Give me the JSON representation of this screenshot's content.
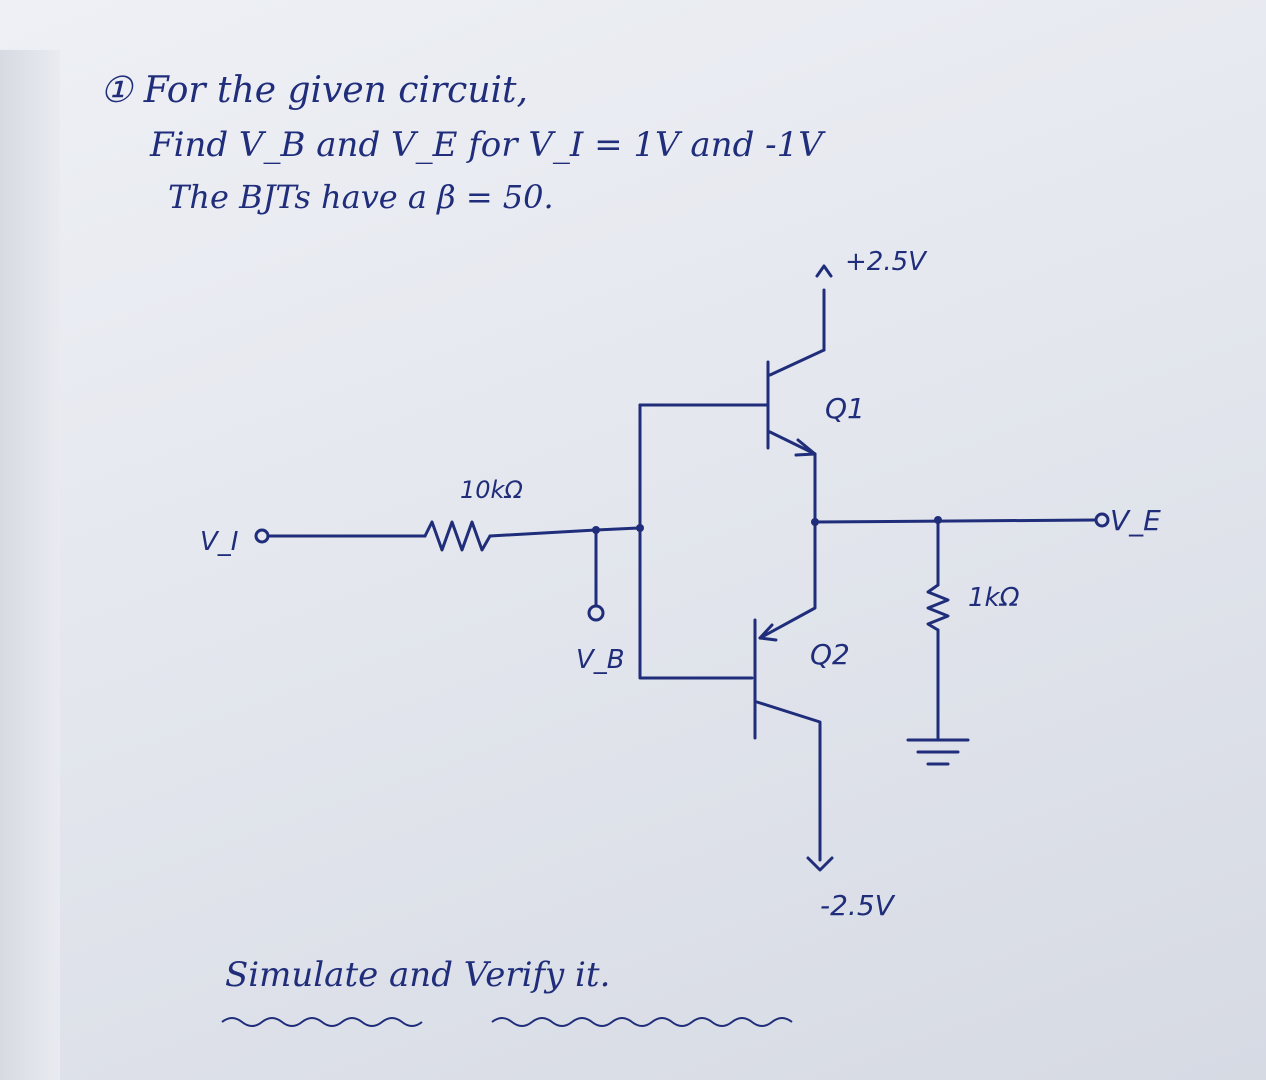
{
  "problem": {
    "line1": "① For the given circuit,",
    "line2": "Find V_B and V_E for V_I = 1V and -1V",
    "line3": "The BJTs have a β = 50."
  },
  "circuit": {
    "vcc_label": "+2.5V",
    "vee_label": "-2.5V",
    "q1_label": "Q1",
    "q2_label": "Q2",
    "r_in_label": "10kΩ",
    "r_load_label": "1kΩ",
    "vi_label": "V_I",
    "vb_label": "V_B",
    "ve_label": "V_E"
  },
  "instruction": "Simulate and Verify it.",
  "colors": {
    "ink": "#1f2d7a",
    "paper": "#e8ebf1"
  }
}
